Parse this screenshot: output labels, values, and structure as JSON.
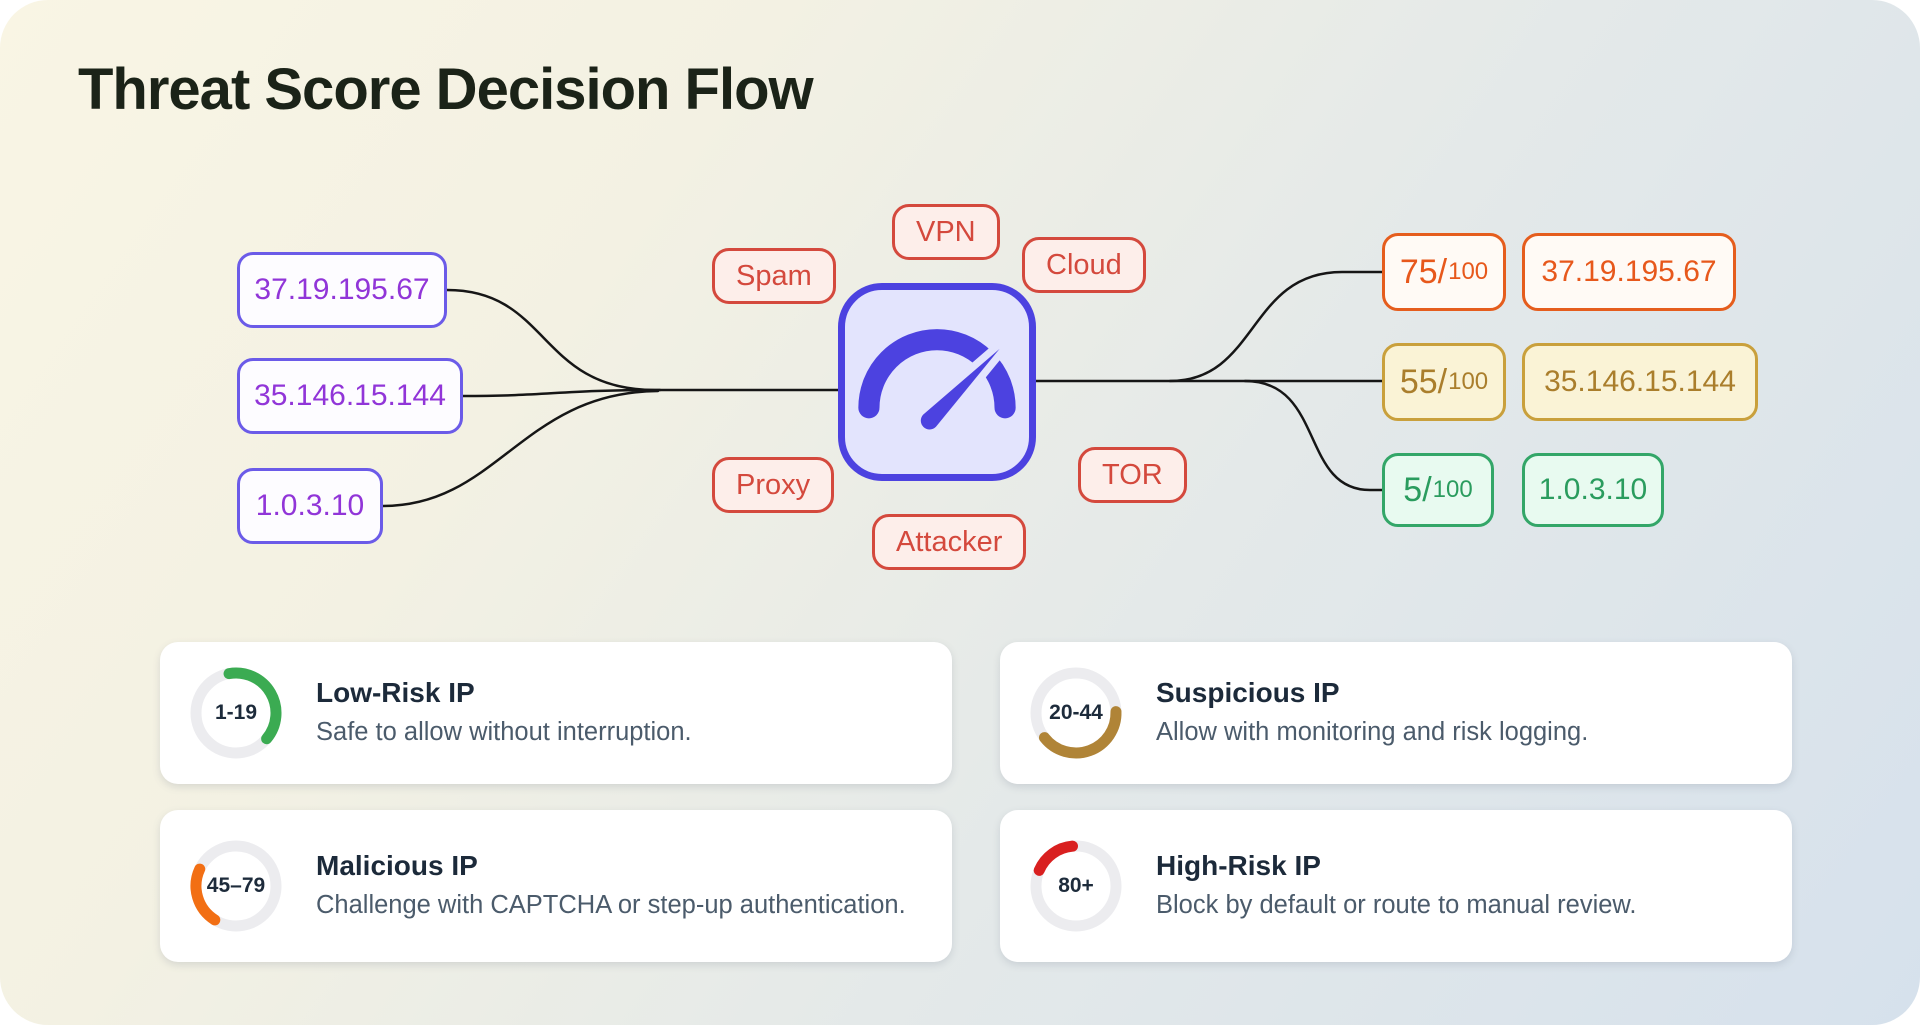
{
  "title": "Threat Score Decision Flow",
  "colors": {
    "accent_indigo": "#4c42e0",
    "input_purple": "#9135d8",
    "threat_red": "#d4493d",
    "wire_black": "#161616",
    "score_high_orange": "#e7581b",
    "score_mid_yellow": "#aa7e2c",
    "score_low_green": "#2a9c5e"
  },
  "flow": {
    "inputs": [
      {
        "ip": "37.19.195.67"
      },
      {
        "ip": "35.146.15.144"
      },
      {
        "ip": "1.0.3.10"
      }
    ],
    "threat_labels": [
      {
        "label": "Spam"
      },
      {
        "label": "VPN"
      },
      {
        "label": "Cloud"
      },
      {
        "label": "TOR"
      },
      {
        "label": "Proxy"
      },
      {
        "label": "Attacker"
      }
    ],
    "center_icon": "threat-gauge-icon",
    "outputs": [
      {
        "score_main": "75/",
        "score_sub": "100",
        "ip": "37.19.195.67",
        "tone": "orange"
      },
      {
        "score_main": "55/",
        "score_sub": "100",
        "ip": "35.146.15.144",
        "tone": "yellow"
      },
      {
        "score_main": "5/",
        "score_sub": "100",
        "ip": "1.0.3.10",
        "tone": "green"
      }
    ]
  },
  "legend_cards": [
    {
      "range": "1-19",
      "title": "Low-Risk IP",
      "description": "Safe to allow without interruption.",
      "arc_color": "#3bab52",
      "arc_start_deg": -10,
      "arc_end_deg": 130
    },
    {
      "range": "20-44",
      "title": "Suspicious IP",
      "description": "Allow with monitoring and risk logging.",
      "arc_color": "#b08437",
      "arc_start_deg": 88,
      "arc_end_deg": 232
    },
    {
      "range": "45–79",
      "title": "Malicious IP",
      "description": "Challenge with CAPTCHA or step-up authentication.",
      "arc_color": "#f26f14",
      "arc_start_deg": 212,
      "arc_end_deg": 295
    },
    {
      "range": "80+",
      "title": "High-Risk IP",
      "description": "Block by default or route to manual review.",
      "arc_color": "#d92020",
      "arc_start_deg": 293,
      "arc_end_deg": 355
    }
  ]
}
